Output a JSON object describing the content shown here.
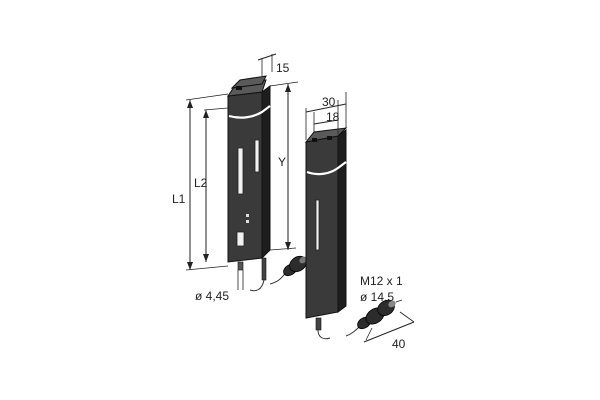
{
  "diagram": {
    "labels": {
      "width_top": "15",
      "width_outer": "30",
      "width_inner": "18",
      "L1": "L1",
      "L2": "L2",
      "Y": "Y",
      "cable_diameter": "ø 4,45",
      "thread": "M12 x 1",
      "connector_diameter": "ø 14,5",
      "connector_length": "40"
    }
  }
}
